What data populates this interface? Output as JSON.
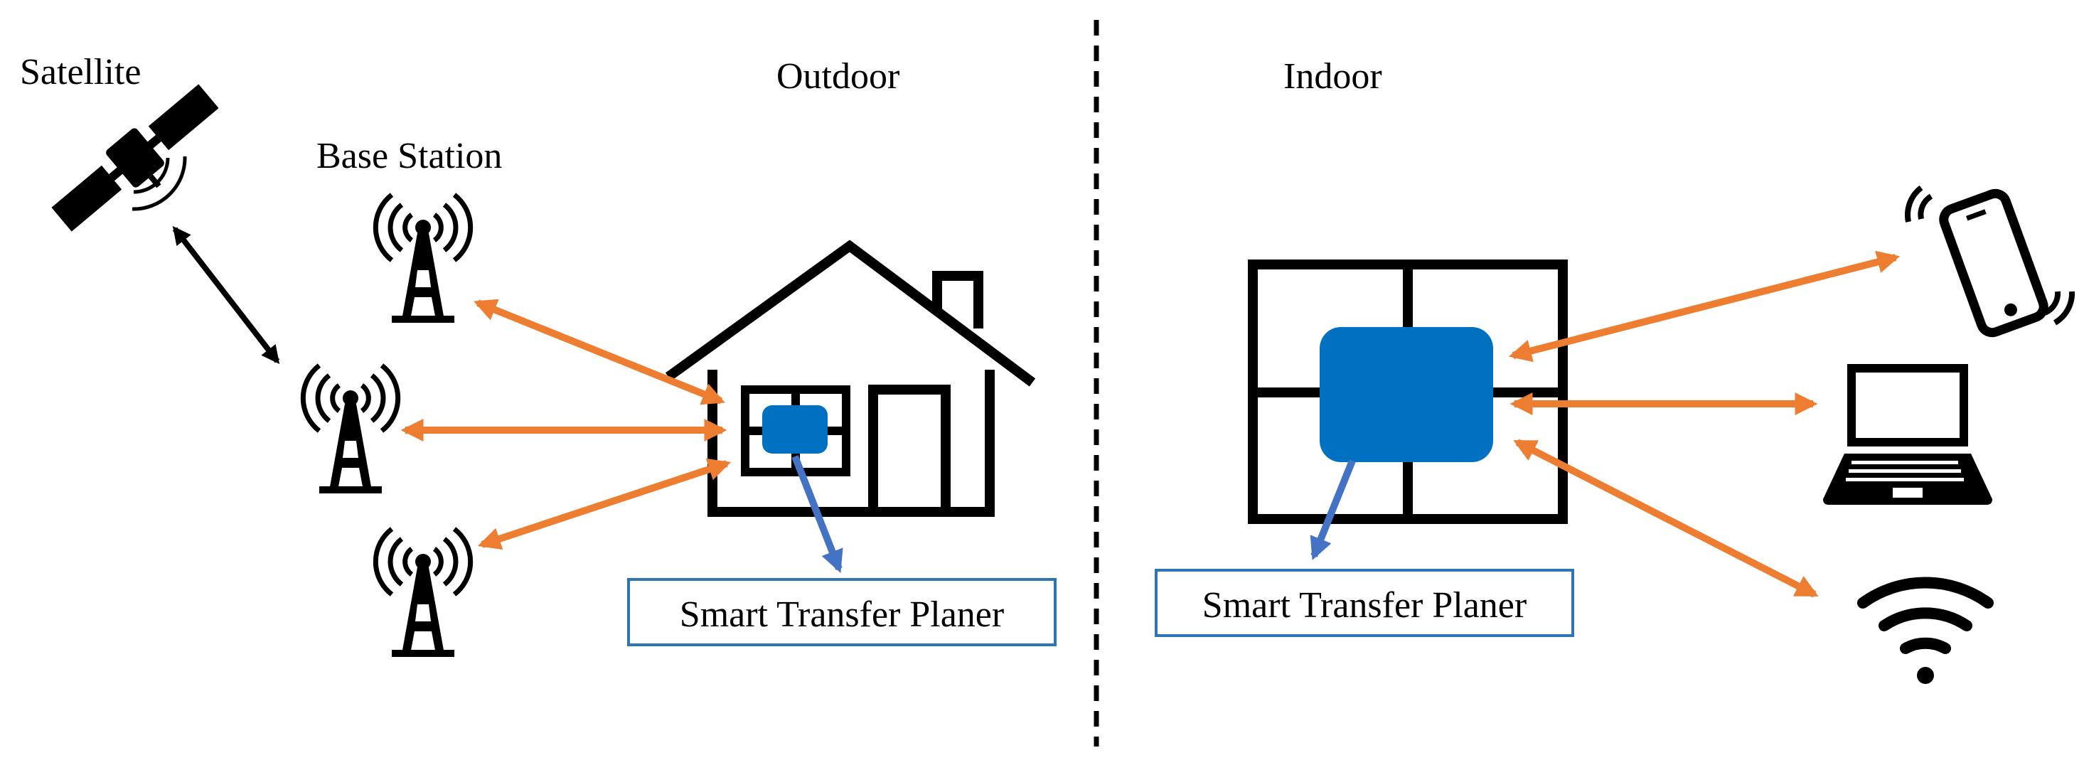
{
  "labels": {
    "satellite": "Satellite",
    "base_station": "Base Station",
    "outdoor": "Outdoor",
    "indoor": "Indoor",
    "planer_outdoor": "Smart Transfer Planer",
    "planer_indoor": "Smart Transfer Planer"
  },
  "colors": {
    "link_arrow": "#ED7D31",
    "device_blue": "#0070C0",
    "pointer_arrow": "#4472C4",
    "box_border": "#2E75B6",
    "ink": "#000000"
  },
  "icons": {
    "satellite": "satellite-icon",
    "tower": "cell-tower-icon",
    "house": "house-icon",
    "window": "window-icon",
    "phone": "smartphone-icon",
    "laptop": "laptop-icon",
    "wifi": "wifi-icon"
  }
}
